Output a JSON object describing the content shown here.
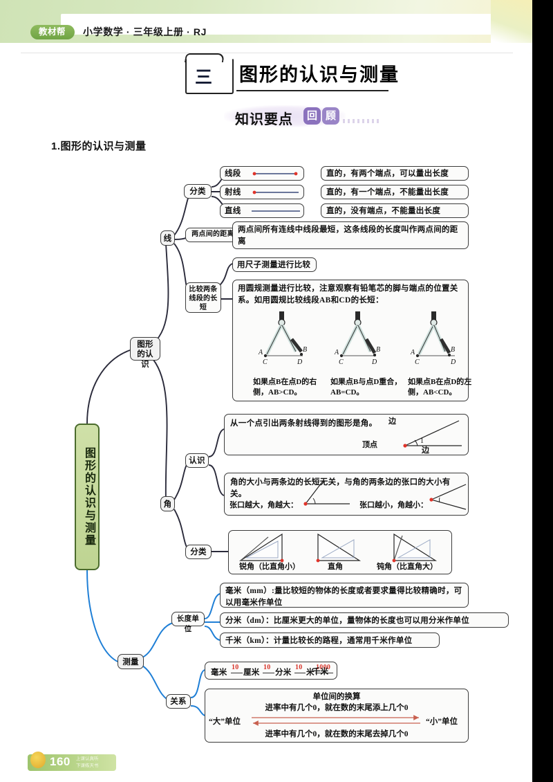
{
  "page": {
    "header_badge": "教材帮",
    "header_line": "小学数学 · 三年级上册 · RJ",
    "chapter_num": "三",
    "chapter_title": "图形的认识与测量",
    "subtitle_main": "知识要点",
    "subtitle_chip1": "回",
    "subtitle_chip2": "顾",
    "section_heading": "1.图形的认识与测量",
    "page_number": "160",
    "footer_slogan_line1": "上课认真听",
    "footer_slogan_line2": "下课练天书",
    "accent_green": "#6fa444",
    "accent_purple": "#8b72bd",
    "accent_blue": "#1f7fd6",
    "accent_red": "#d7342a",
    "ink": "#2a2a3a"
  },
  "mindmap": {
    "root": "图形的认识与测量",
    "branches": {
      "recognition": "图形的认识",
      "measure": "测量"
    },
    "nodes": {
      "line": "线",
      "angle": "角",
      "classify_line": "分类",
      "distance": "两点间的距离",
      "compare": "比较两条线段的长短",
      "know_angle": "认识",
      "classify_angle": "分类",
      "length_unit": "长度单位",
      "relation": "关系"
    },
    "line_types": [
      {
        "name": "线段",
        "desc": "直的，有两个端点，可以量出长度",
        "diagram": "segment"
      },
      {
        "name": "射线",
        "desc": "直的，有一个端点，不能量出长度",
        "diagram": "ray"
      },
      {
        "name": "直线",
        "desc": "直的，没有端点，不能量出长度",
        "diagram": "line"
      }
    ],
    "distance_text": "两点间所有连线中线段最短，这条线段的长度叫作两点间的距离",
    "compare_methods": {
      "ruler": "用尺子测量进行比较",
      "compass_text": "用圆规测量进行比较，注意观察有铅笔芯的脚与端点的位置关系。如用圆规比较线段AB和CD的长短：",
      "cases": [
        {
          "labels": [
            "A",
            "B",
            "C",
            "D"
          ],
          "caption": "如果点B在点D的右侧，AB>CD。"
        },
        {
          "labels": [
            "A",
            "B",
            "C",
            "D"
          ],
          "caption": "如果点B与点D重合，AB=CD。"
        },
        {
          "labels": [
            "A",
            "B",
            "C",
            "D"
          ],
          "caption": "如果点B在点D的左侧，AB<CD。"
        }
      ]
    },
    "angle_def": {
      "text": "从一个点引出两条射线得到的图形是角。",
      "vertex_label": "顶点",
      "side_label_top": "边",
      "side_label_bottom": "边",
      "angle_mark": "1"
    },
    "angle_size": {
      "text": "角的大小与两条边的长短无关，与角的两条边的张口的大小有关。",
      "big": "张口越大，角越大：",
      "small": "张口越小，角越小："
    },
    "angle_types": [
      {
        "label": "锐角（比直角小）"
      },
      {
        "label": "直角"
      },
      {
        "label": "钝角（比直角大）"
      }
    ],
    "length_units": [
      "毫米（mm）:量比较短的物体的长度或者要求量得比较精确时，可以用毫米作单位",
      "分米（dm）：比厘米更大的单位，量物体的长度也可以用分米作单位",
      "千米（km）：计量比较长的路程，通常用千米作单位"
    ],
    "unit_chain": {
      "units": [
        "毫米",
        "厘米",
        "分米",
        "米",
        "千米"
      ],
      "factors": [
        "10",
        "10",
        "10",
        "1000"
      ]
    },
    "conversion": {
      "title": "单位间的换算",
      "rule_top": "进率中有几个0，就在数的末尾添上几个0",
      "rule_bottom": "进率中有几个0，就在数的末尾去掉几个0",
      "left_label": "“大”单位",
      "right_label": "“小”单位"
    }
  }
}
